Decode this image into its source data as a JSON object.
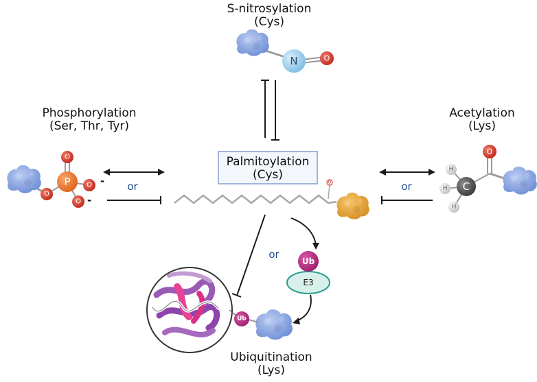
{
  "center": {
    "title": "Palmitoylation",
    "subtitle": "(Cys)"
  },
  "top": {
    "title": "S-nitrosylation",
    "subtitle": "(Cys)"
  },
  "left": {
    "title": "Phosphorylation",
    "subtitle": "(Ser, Thr, Tyr)"
  },
  "right": {
    "title": "Acetylation",
    "subtitle": "(Lys)"
  },
  "bottom": {
    "title": "Ubiquitination",
    "subtitle": "(Lys)"
  },
  "or_labels": [
    "or",
    "or",
    "or"
  ],
  "atoms": {
    "nitrogen": "N",
    "oxygen": "O",
    "phosphorus": "P",
    "carbon": "C",
    "hydrogen": "H",
    "minus": "-",
    "ubiquitin": "Ub",
    "e3_ligase": "E3"
  },
  "colors": {
    "protein": "#8aa5e0",
    "palm_protein": "#e3a33a",
    "oxygen": "#d23a2a",
    "nitrogen": "#a8d4ef",
    "phosphorus": "#e8702a",
    "carbon": "#4a4a4a",
    "hydrogen": "#dcdcdc",
    "ubiquitin": "#b0287d",
    "e3": "#d8f0ea",
    "box_border": "#9fb6d8",
    "box_fill": "#f3f6fb",
    "or_text": "#1f4e8c"
  }
}
